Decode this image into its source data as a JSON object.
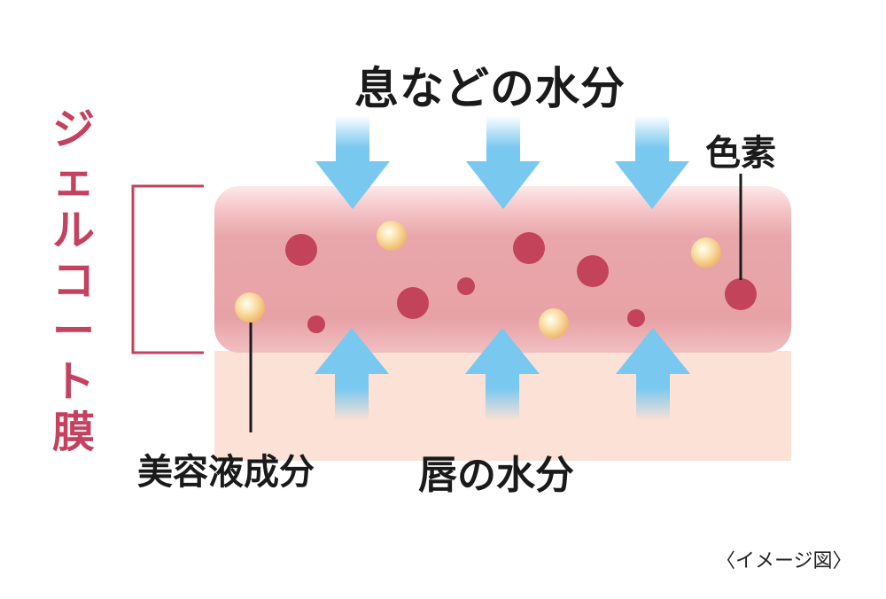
{
  "title": "息などの水分",
  "gel_film_label": "ジェルコート膜",
  "pigment_label": "色素",
  "essence_label": "美容液成分",
  "lip_moisture_label": "唇の水分",
  "image_note": "〈イメージ図〉",
  "colors": {
    "film": "#e7a2a6",
    "film_highlight": "#fbe4e5",
    "lip_base": "#fbe1d6",
    "pigment": "#c2435a",
    "essence": "#f6d28b",
    "arrow": "#78c8f0",
    "bracket": "#c4415f",
    "text": "#1a1a1a"
  }
}
